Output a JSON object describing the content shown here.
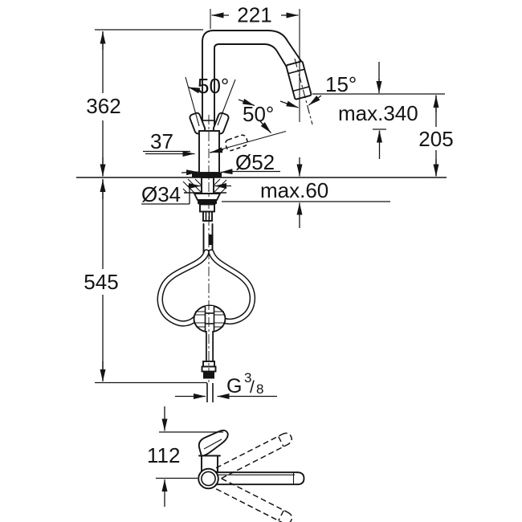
{
  "colors": {
    "ink": "#141414",
    "bg": "#ffffff"
  },
  "diagram": {
    "type": "technical-dimensional-drawing",
    "subject": "kitchen sink mixer tap with pull-out spray, front view with mounting hose and side view of swivel spout",
    "dimensions": {
      "projection": "221",
      "spout_height": "362",
      "hose_length": "545",
      "handle_angle_left": "50°",
      "handle_angle_right": "50°",
      "spray_angle": "15°",
      "max_height": "max.340",
      "outlet_height": "205",
      "handle_offset": "37",
      "body_diameter": "Ø52",
      "shank_diameter": "Ø34",
      "max_deck_thickness": "max.60",
      "thread_letter": "G",
      "thread_numerator": "3",
      "thread_slash": "/",
      "thread_denominator": "8",
      "side_view_height": "112"
    }
  }
}
